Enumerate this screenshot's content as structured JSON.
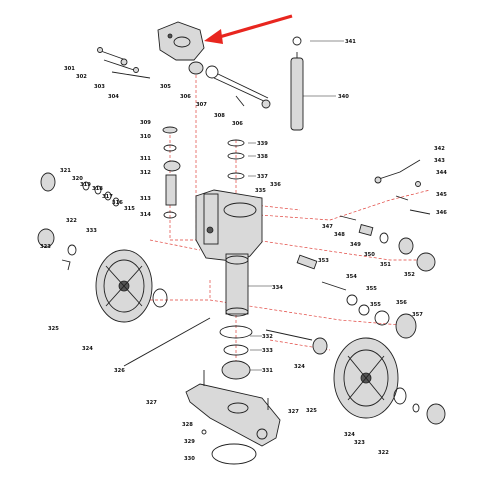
{
  "colors": {
    "highlight_arrow": "#e8261f",
    "guide_lines": "#e0403a",
    "ink": "#222222"
  },
  "callouts": [
    {
      "text": "301",
      "key": "301"
    },
    {
      "text": "302",
      "key": "302"
    },
    {
      "text": "303",
      "key": "303"
    },
    {
      "text": "304",
      "key": "304"
    },
    {
      "text": "305",
      "key": "305"
    },
    {
      "text": "306",
      "key": "306a"
    },
    {
      "text": "307",
      "key": "307"
    },
    {
      "text": "308",
      "key": "308"
    },
    {
      "text": "306",
      "key": "306b"
    },
    {
      "text": "341",
      "key": "341"
    },
    {
      "text": "340",
      "key": "340"
    },
    {
      "text": "309",
      "key": "309"
    },
    {
      "text": "310",
      "key": "310"
    },
    {
      "text": "311",
      "key": "311"
    },
    {
      "text": "312",
      "key": "312"
    },
    {
      "text": "313",
      "key": "313"
    },
    {
      "text": "314",
      "key": "314"
    },
    {
      "text": "339",
      "key": "339"
    },
    {
      "text": "338",
      "key": "338"
    },
    {
      "text": "337",
      "key": "337"
    },
    {
      "text": "335",
      "key": "335a"
    },
    {
      "text": "336",
      "key": "336"
    },
    {
      "text": "342",
      "key": "342"
    },
    {
      "text": "343",
      "key": "343"
    },
    {
      "text": "344",
      "key": "344"
    },
    {
      "text": "345",
      "key": "345"
    },
    {
      "text": "346",
      "key": "346"
    },
    {
      "text": "321",
      "key": "321"
    },
    {
      "text": "320",
      "key": "320"
    },
    {
      "text": "319",
      "key": "319"
    },
    {
      "text": "318",
      "key": "318"
    },
    {
      "text": "317",
      "key": "317"
    },
    {
      "text": "316",
      "key": "316"
    },
    {
      "text": "315",
      "key": "315a"
    },
    {
      "text": "322",
      "key": "322"
    },
    {
      "text": "333",
      "key": "333a"
    },
    {
      "text": "323",
      "key": "323a"
    },
    {
      "text": "325",
      "key": "325a"
    },
    {
      "text": "324",
      "key": "324a"
    },
    {
      "text": "347",
      "key": "347"
    },
    {
      "text": "348",
      "key": "348"
    },
    {
      "text": "349",
      "key": "349"
    },
    {
      "text": "350",
      "key": "350"
    },
    {
      "text": "351",
      "key": "351"
    },
    {
      "text": "352",
      "key": "352"
    },
    {
      "text": "353",
      "key": "353"
    },
    {
      "text": "354",
      "key": "354"
    },
    {
      "text": "355",
      "key": "355a"
    },
    {
      "text": "355",
      "key": "355b"
    },
    {
      "text": "356",
      "key": "356"
    },
    {
      "text": "357",
      "key": "357"
    },
    {
      "text": "334",
      "key": "334"
    },
    {
      "text": "326",
      "key": "326"
    },
    {
      "text": "332",
      "key": "332"
    },
    {
      "text": "333",
      "key": "333b"
    },
    {
      "text": "331",
      "key": "331"
    },
    {
      "text": "324",
      "key": "324b"
    },
    {
      "text": "327",
      "key": "327a"
    },
    {
      "text": "327",
      "key": "327b"
    },
    {
      "text": "328",
      "key": "328"
    },
    {
      "text": "329",
      "key": "329"
    },
    {
      "text": "330",
      "key": "330"
    },
    {
      "text": "325",
      "key": "325b"
    },
    {
      "text": "324",
      "key": "324c"
    },
    {
      "text": "323",
      "key": "323b"
    },
    {
      "text": "322",
      "key": "322b"
    }
  ]
}
